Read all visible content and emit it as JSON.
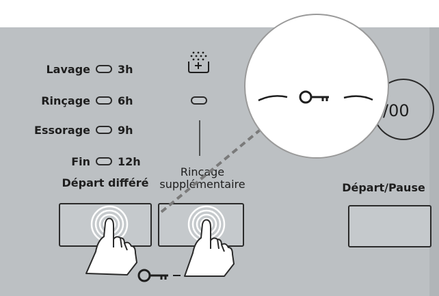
{
  "delay": {
    "rows": [
      {
        "step": "Lavage",
        "hours": "3h"
      },
      {
        "step": "Rinçage",
        "hours": "6h"
      },
      {
        "step": "Essorage",
        "hours": "9h"
      },
      {
        "step": "Fin",
        "hours": "12h"
      }
    ],
    "button_label": "Départ différé"
  },
  "rinse": {
    "label_line1": "Rinçage",
    "label_line2": "supplémentaire",
    "icon": "extra-rinse-icon"
  },
  "start": {
    "label": "Départ/Pause"
  },
  "timer": {
    "display": "/00"
  },
  "icons": {
    "lock": "key-icon",
    "touch": "hand-press-icon"
  },
  "colors": {
    "panel": "#bcc0c3",
    "ink": "#1e1e1e",
    "dashed_pointer": "#7a7a7a",
    "magnifier": "#ffffff"
  }
}
